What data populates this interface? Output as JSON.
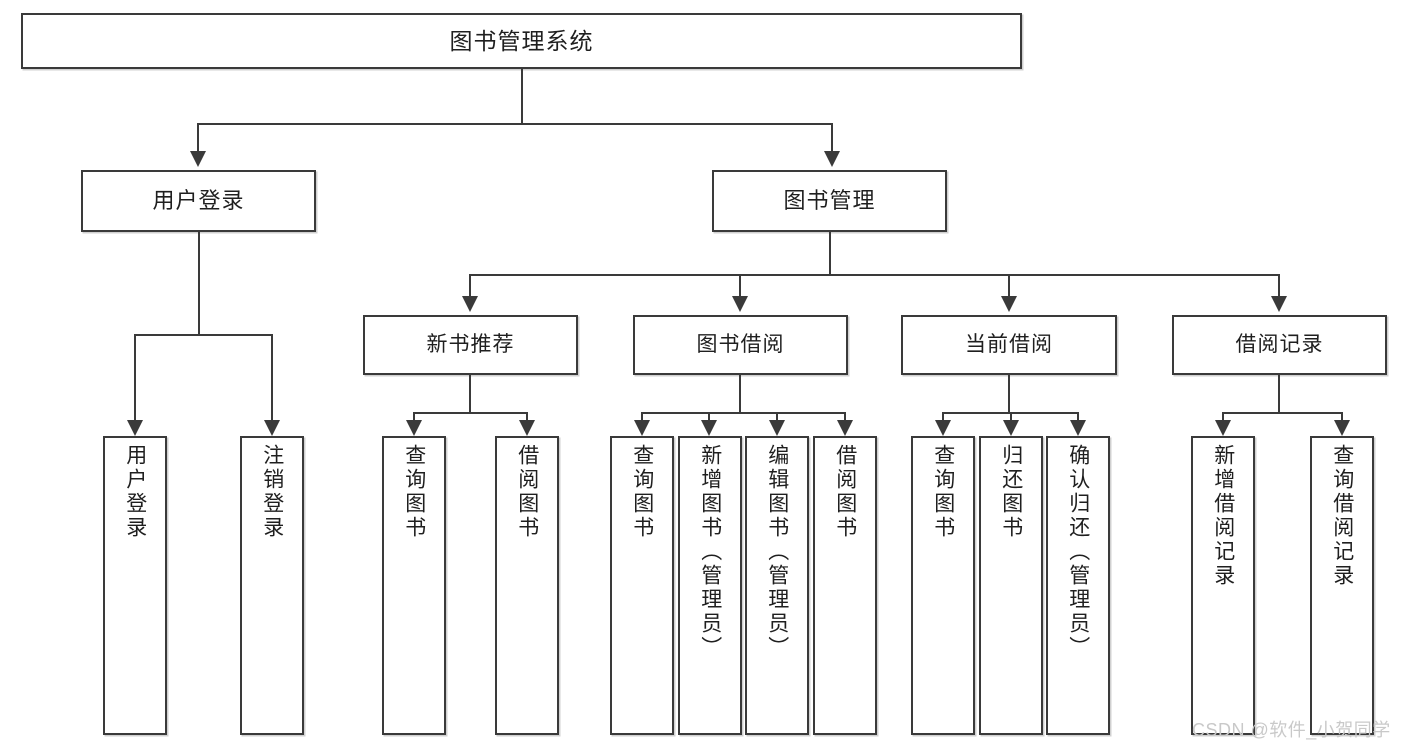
{
  "diagram": {
    "title": "图书管理系统",
    "root": {
      "label": "图书管理系统"
    },
    "level2": [
      {
        "label": "用户登录"
      },
      {
        "label": "图书管理"
      }
    ],
    "level3": [
      {
        "label": "新书推荐"
      },
      {
        "label": "图书借阅"
      },
      {
        "label": "当前借阅"
      },
      {
        "label": "借阅记录"
      }
    ],
    "leaves": {
      "user_login": [
        {
          "label": "用户登录"
        },
        {
          "label": "注销登录"
        }
      ],
      "new_book_recommend": [
        {
          "label": "查询图书"
        },
        {
          "label": "借阅图书"
        }
      ],
      "book_borrow": [
        {
          "label": "查询图书"
        },
        {
          "label": "新增图书（管理员）"
        },
        {
          "label": "编辑图书（管理员）"
        },
        {
          "label": "借阅图书"
        }
      ],
      "current_borrow": [
        {
          "label": "查询图书"
        },
        {
          "label": "归还图书"
        },
        {
          "label": "确认归还（管理员）"
        }
      ],
      "borrow_record": [
        {
          "label": "新增借阅记录"
        },
        {
          "label": "查询借阅记录"
        }
      ]
    }
  },
  "watermark": {
    "text": "CSDN @软件_小贺同学"
  },
  "colors": {
    "background": "#ffffff",
    "border": "#3a3a3a",
    "text": "#1f1f1f",
    "watermark": "#c9c9c9"
  }
}
